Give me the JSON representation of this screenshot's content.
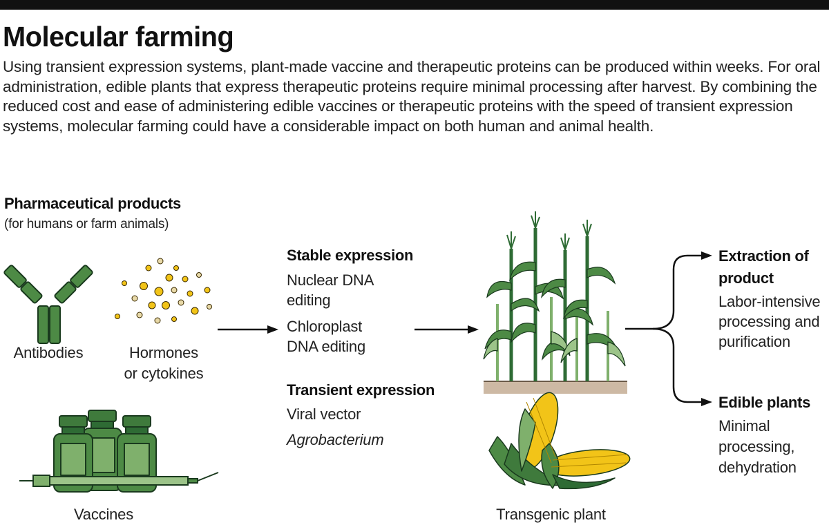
{
  "title": "Molecular farming",
  "intro": "Using transient expression systems, plant-made vaccine and therapeutic proteins can be produced within weeks. For oral administration, edible plants that express therapeutic proteins require minimal processing after harvest. By combining the reduced cost and ease of administering edible vaccines or therapeutic proteins with the speed of transient expression systems, molecular farming could have a considerable impact on both human and animal health.",
  "products": {
    "heading": "Pharmaceutical products",
    "subheading": "(for humans or farm animals)",
    "antibodies": "Antibodies",
    "hormones_line1": "Hormones",
    "hormones_line2": "or cytokines",
    "vaccines": "Vaccines"
  },
  "stable": {
    "heading": "Stable expression",
    "item1_line1": "Nuclear DNA",
    "item1_line2": "editing",
    "item2_line1": "Chloroplast",
    "item2_line2": "DNA editing"
  },
  "transient": {
    "heading": "Transient expression",
    "item1": "Viral vector",
    "item2": "Agrobacterium"
  },
  "plant": {
    "label": "Transgenic plant"
  },
  "extraction": {
    "heading_line1": "Extraction of",
    "heading_line2": "product",
    "desc_line1": "Labor-intensive",
    "desc_line2": "processing and",
    "desc_line3": "purification"
  },
  "edible": {
    "heading": "Edible plants",
    "desc_line1": "Minimal",
    "desc_line2": "processing,",
    "desc_line3": "dehydration"
  },
  "colors": {
    "green_dark": "#2e6b34",
    "green_mid": "#4d8a45",
    "green_light": "#7fb06c",
    "yellow": "#f2c418",
    "soil": "#cdb9a4"
  }
}
